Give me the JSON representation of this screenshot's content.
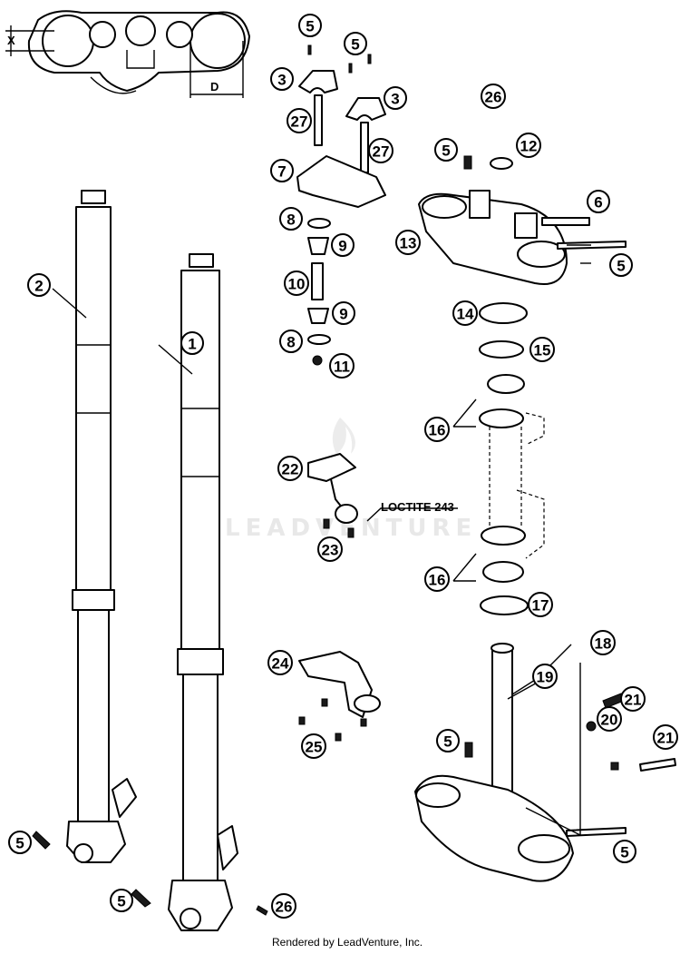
{
  "watermark": "LEADVENTURE",
  "credit": "Rendered by LeadVenture, Inc.",
  "dimension_labels": {
    "d": "D",
    "x": "X"
  },
  "annotation": "LOCTITE 243",
  "callouts": [
    {
      "label": "1"
    },
    {
      "label": "2"
    },
    {
      "label": "3"
    },
    {
      "label": "3"
    },
    {
      "label": "5"
    },
    {
      "label": "5"
    },
    {
      "label": "5"
    },
    {
      "label": "5"
    },
    {
      "label": "5"
    },
    {
      "label": "5"
    },
    {
      "label": "5"
    },
    {
      "label": "5"
    },
    {
      "label": "6"
    },
    {
      "label": "7"
    },
    {
      "label": "8"
    },
    {
      "label": "8"
    },
    {
      "label": "9"
    },
    {
      "label": "9"
    },
    {
      "label": "10"
    },
    {
      "label": "11"
    },
    {
      "label": "12"
    },
    {
      "label": "13"
    },
    {
      "label": "14"
    },
    {
      "label": "15"
    },
    {
      "label": "16"
    },
    {
      "label": "16"
    },
    {
      "label": "17"
    },
    {
      "label": "18"
    },
    {
      "label": "19"
    },
    {
      "label": "20"
    },
    {
      "label": "21"
    },
    {
      "label": "21"
    },
    {
      "label": "22"
    },
    {
      "label": "23"
    },
    {
      "label": "24"
    },
    {
      "label": "25"
    },
    {
      "label": "26"
    },
    {
      "label": "26"
    },
    {
      "label": "27"
    },
    {
      "label": "27"
    }
  ]
}
